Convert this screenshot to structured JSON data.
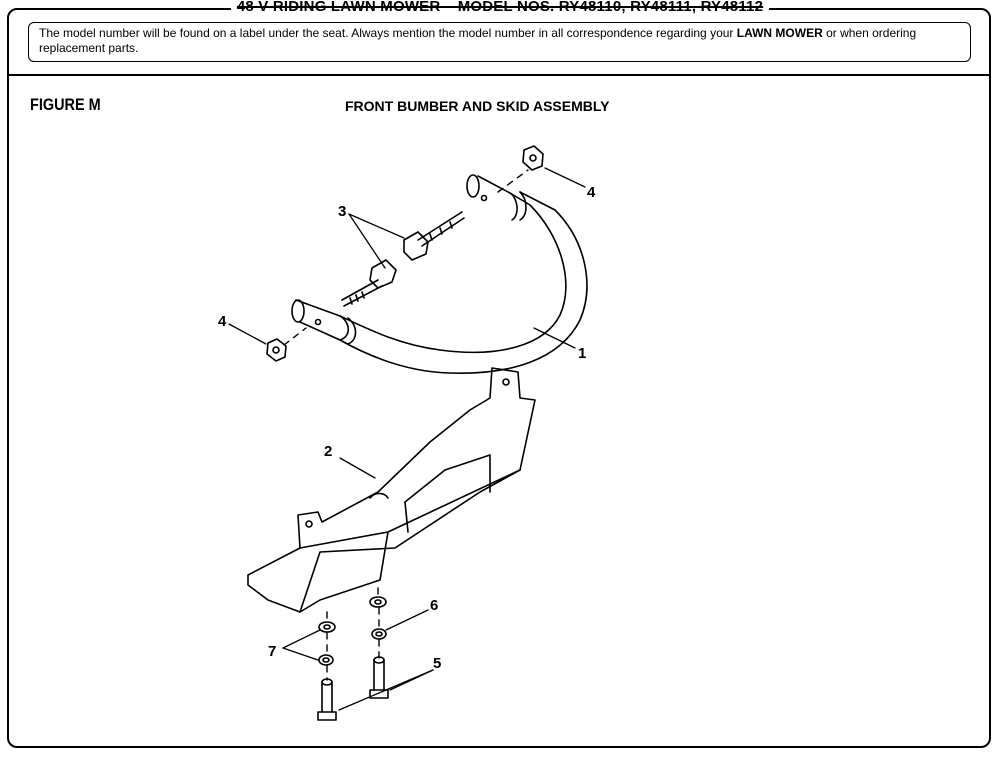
{
  "header": {
    "title": "48 V RIDING LAWN MOWER – MODEL NOS. RY48110, RY48111, RY48112"
  },
  "notice": {
    "text_before": "The model number will be found on a label under the seat. Always mention the model number in all correspondence regarding your ",
    "emphasis": "LAWN MOWER",
    "text_after": " or when ordering replacement parts."
  },
  "figure": {
    "label": "FIGURE M",
    "title": "FRONT BUMBER AND SKID ASSEMBLY"
  },
  "callouts": {
    "c1": "1",
    "c2": "2",
    "c3": "3",
    "c4a": "4",
    "c4b": "4",
    "c5": "5",
    "c6": "6",
    "c7": "7"
  }
}
